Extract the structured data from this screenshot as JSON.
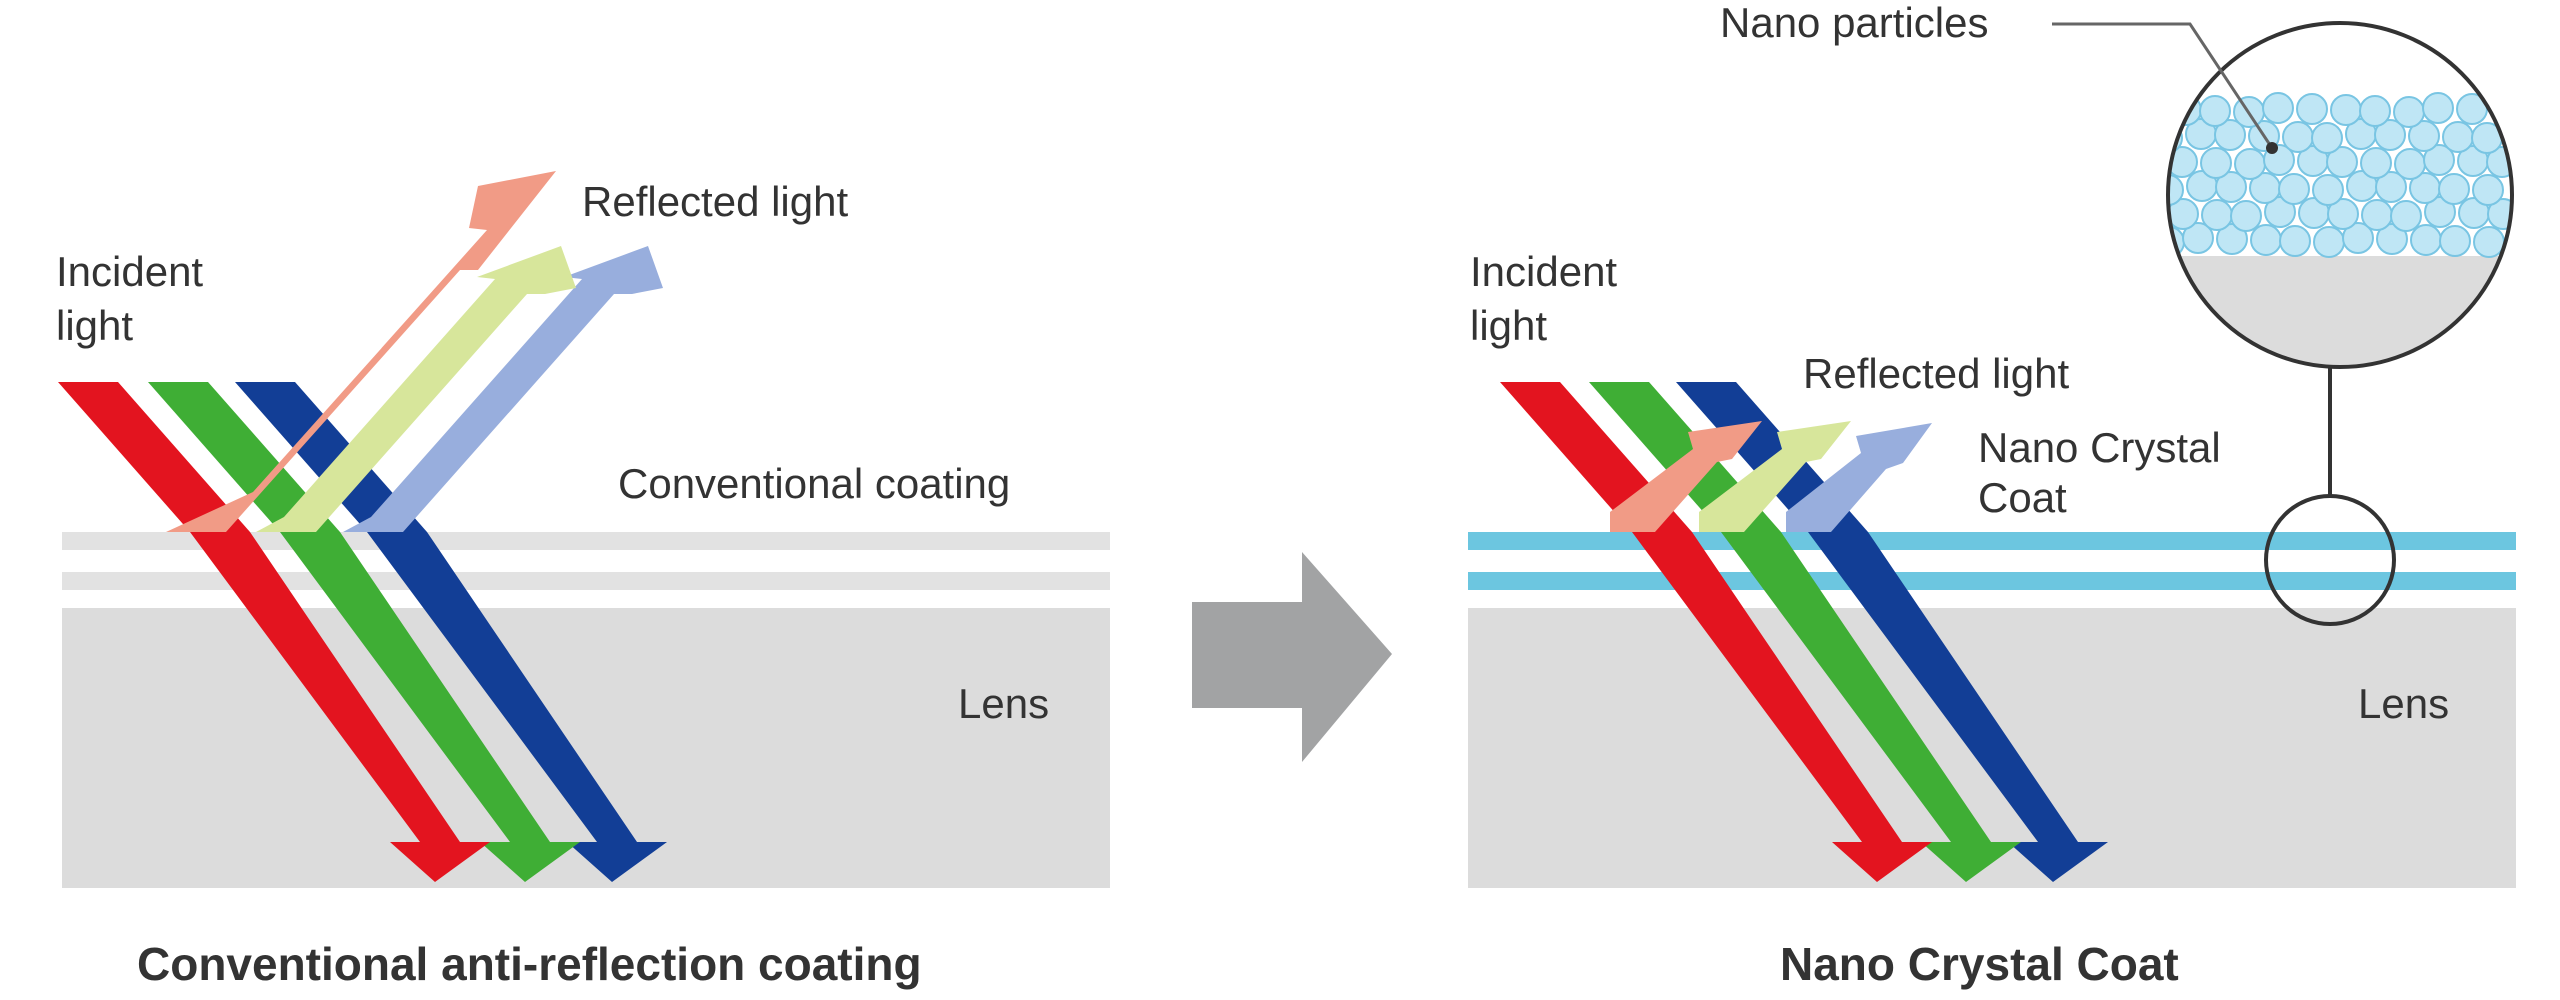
{
  "left_panel": {
    "incident_line1": "Incident",
    "incident_line2": "light",
    "reflected_label": "Reflected light",
    "coating_label": "Conventional coating",
    "lens_label": "Lens",
    "caption": "Conventional anti-reflection coating"
  },
  "right_panel": {
    "nano_particles_label": "Nano particles",
    "incident_line1": "Incident",
    "incident_line2": "light",
    "reflected_label": "Reflected light",
    "coat_line1": "Nano Crystal",
    "coat_line2": "Coat",
    "lens_label": "Lens",
    "caption": "Nano Crystal Coat"
  },
  "colors": {
    "red": "#e3141f",
    "green": "#3fae35",
    "blue": "#123e96",
    "reflected_red": "#f19b86",
    "reflected_green": "#d7e69b",
    "reflected_blue": "#98aedd",
    "lens": "#dcdcdc",
    "conventional_coating": "#e2e2e2",
    "nano_coating": "#6cc6e0",
    "nano_particle_fill": "#bfe6f5",
    "nano_particle_stroke": "#79c5e3",
    "transition_arrow": "#a2a3a4",
    "text": "#333333"
  }
}
